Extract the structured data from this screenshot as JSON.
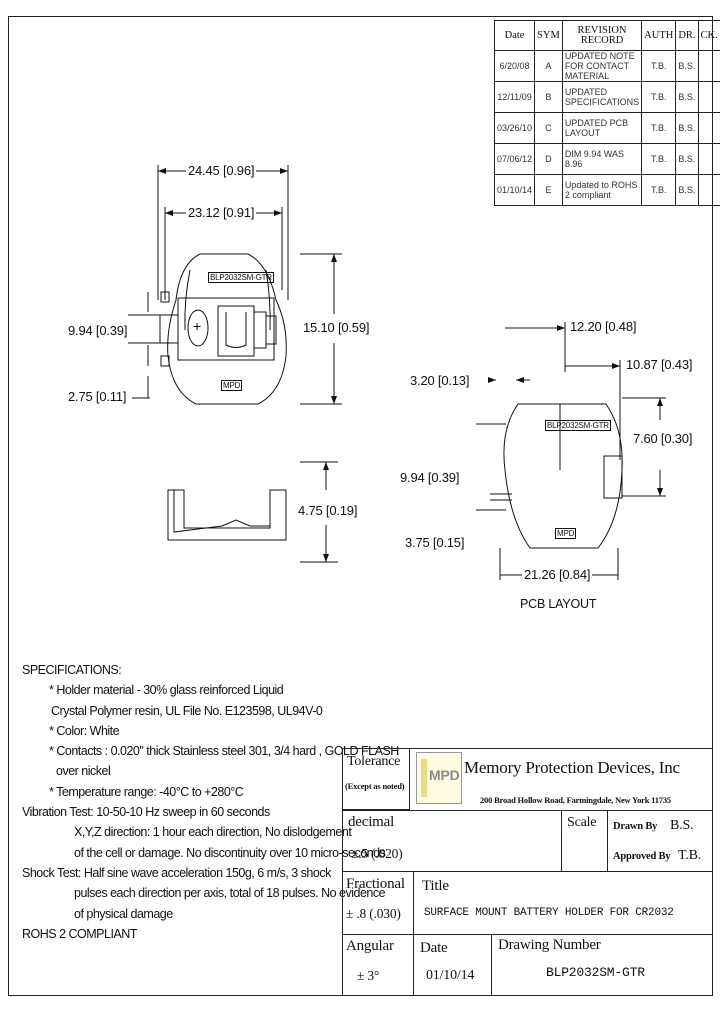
{
  "revision_table": {
    "headers": [
      "Date",
      "SYM",
      "REVISION RECORD",
      "AUTH",
      "DR.",
      "CK."
    ],
    "rows": [
      {
        "date": "6/20/08",
        "sym": "A",
        "record": "UPDATED NOTE FOR CONTACT MATERIAL",
        "auth": "T.B.",
        "dr": "B.S.",
        "ck": ""
      },
      {
        "date": "12/11/09",
        "sym": "B",
        "record": "UPDATED SPECIFICATIONS",
        "auth": "T.B.",
        "dr": "B.S.",
        "ck": ""
      },
      {
        "date": "03/26/10",
        "sym": "C",
        "record": "UPDATED PCB LAYOUT",
        "auth": "T.B.",
        "dr": "B.S.",
        "ck": ""
      },
      {
        "date": "07/06/12",
        "sym": "D",
        "record": "DIM 9.94 WAS 8.96",
        "auth": "T.B.",
        "dr": "B.S.",
        "ck": ""
      },
      {
        "date": "01/10/14",
        "sym": "E",
        "record": "Updated to ROHS 2 compliant",
        "auth": "T.B.",
        "dr": "B.S.",
        "ck": ""
      }
    ]
  },
  "top_view": {
    "dim_width_overall": "24.45 [0.96]",
    "dim_width_inner": "23.12 [0.91]",
    "dim_height": "15.10 [0.59]",
    "dim_contact": "9.94 [0.39]",
    "dim_tab": "2.75 [0.11]",
    "part_marking": "BLP2032SM-GTR",
    "brand_marking": "MPD",
    "plus_sign": "+"
  },
  "side_view": {
    "dim_height": "4.75 [0.19]"
  },
  "pcb_layout": {
    "dim_overall": "12.20 [0.48]",
    "dim_pad_offset": "10.87 [0.43]",
    "dim_left": "3.20 [0.13]",
    "dim_pad_height": "7.60 [0.30]",
    "dim_contact": "9.94 [0.39]",
    "dim_bottom_pad": "3.75 [0.15]",
    "dim_width": "21.26 [0.84]",
    "part_marking": "BLP2032SM-GTR",
    "brand_marking": "MPD",
    "caption": "PCB LAYOUT"
  },
  "specifications": {
    "heading": "SPECIFICATIONS:",
    "lines": [
      "* Holder material - 30% glass reinforced Liquid",
      "Crystal Polymer resin, UL File No. E123598, UL94V-0",
      "* Color: White",
      "* Contacts : 0.020\" thick Stainless steel 301, 3/4 hard , GOLD FLASH",
      "over nickel",
      "* Temperature range: -40°C to +280°C",
      "Vibration Test: 10-50-10 Hz sweep in 60 seconds",
      "X,Y,Z direction: 1 hour each direction, No dislodgement",
      "of the cell or damage. No discontinuity over 10 micro-seconds",
      "Shock Test: Half sine wave acceleration 150g, 6 m/s, 3 shock",
      "pulses each direction per axis, total of 18 pulses. No evidence",
      "of physical damage",
      "ROHS 2 COMPLIANT"
    ]
  },
  "title_block": {
    "tolerance_label": "Tolerance",
    "tolerance_note": "(Except as noted)",
    "logo_text": "MPD",
    "company_name": "Memory Protection Devices, Inc",
    "company_address": "200 Broad Hollow Road, Farmingdale, New York 11735",
    "decimal_label": "decimal",
    "decimal_value": "±.5 (.020)",
    "scale_label": "Scale",
    "drawn_by_label": "Drawn By",
    "drawn_by_value": "B.S.",
    "approved_by_label": "Approved By",
    "approved_by_value": "T.B.",
    "fractional_label": "Fractional",
    "fractional_value": "± .8 (.030)",
    "title_label": "Title",
    "title_value": "SURFACE MOUNT BATTERY HOLDER FOR CR2032",
    "angular_label": "Angular",
    "angular_value": "± 3°",
    "date_label": "Date",
    "date_value": "01/10/14",
    "drawing_number_label": "Drawing Number",
    "drawing_number_value": "BLP2032SM-GTR"
  },
  "colors": {
    "ink": "#111111",
    "logo_yellow": "#e8dc8a",
    "logo_text": "#8a8a8a"
  }
}
